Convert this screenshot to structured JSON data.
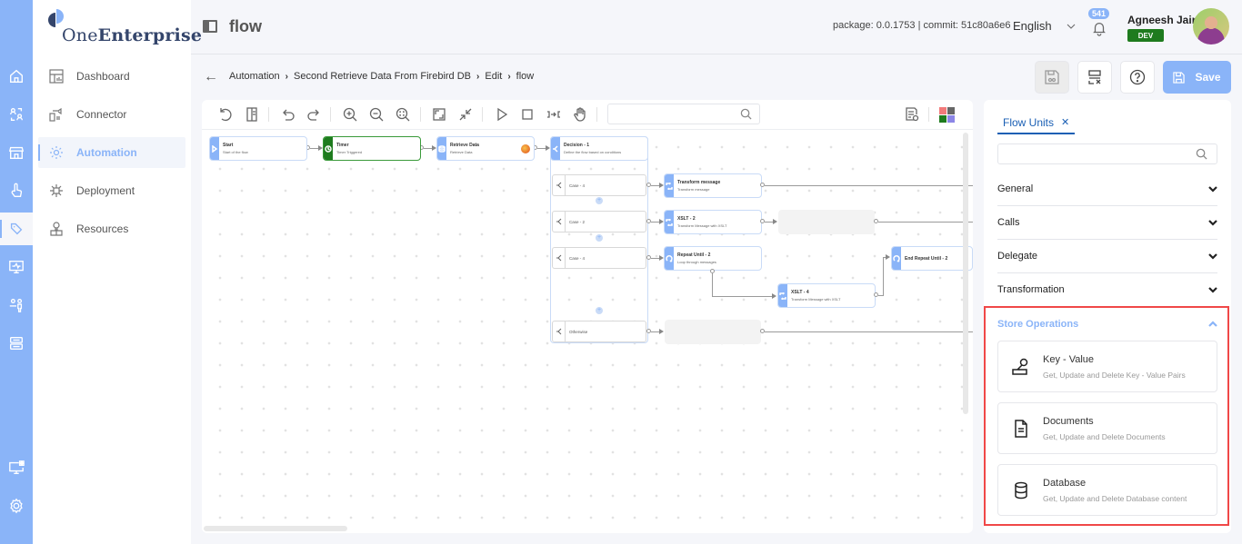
{
  "app": {
    "logo_text_light": "One",
    "logo_text_bold": "Enterprise"
  },
  "rail": {
    "items": [
      {
        "name": "home-icon",
        "label": "Home"
      },
      {
        "name": "users-sync-icon",
        "label": "Users"
      },
      {
        "name": "store-icon",
        "label": "Store"
      },
      {
        "name": "touch-icon",
        "label": "Touch"
      },
      {
        "name": "tools-icon",
        "label": "Build",
        "active": true
      },
      {
        "name": "monitor-activity-icon",
        "label": "Monitoring"
      },
      {
        "name": "people-icon",
        "label": "People"
      },
      {
        "name": "server-icon",
        "label": "Servers"
      },
      {
        "name": "display-grid-icon",
        "label": "Display"
      },
      {
        "name": "settings-icon",
        "label": "Settings"
      }
    ]
  },
  "sidenav": {
    "items": [
      {
        "label": "Dashboard",
        "icon": "dashboard-icon"
      },
      {
        "label": "Connector",
        "icon": "connector-icon"
      },
      {
        "label": "Automation",
        "icon": "automation-icon",
        "active": true
      },
      {
        "label": "Deployment",
        "icon": "deployment-icon"
      },
      {
        "label": "Resources",
        "icon": "resources-icon"
      }
    ]
  },
  "header": {
    "title": "flow",
    "package_info": "package: 0.0.1753 | commit: 51c80a6e6",
    "language": "English",
    "notification_count": "541",
    "user_name": "Agneesh Jain",
    "environment": "DEV"
  },
  "breadcrumb": {
    "items": [
      "Automation",
      "Second Retrieve Data From Firebird DB",
      "Edit",
      "flow"
    ]
  },
  "actions": {
    "save_label": "Save"
  },
  "canvas": {
    "search_placeholder": "",
    "palette_colors": [
      "#f27a7a",
      "#666666",
      "#1e7b1e",
      "#8c86e6"
    ],
    "nodes": {
      "start": {
        "title": "Start",
        "subtitle": "Start of the flow"
      },
      "timer": {
        "title": "Timer",
        "subtitle": "Timer Triggered"
      },
      "retrieve": {
        "title": "Retrieve Data",
        "subtitle": "Retrieve Data"
      },
      "decision": {
        "title": "Decision - 1",
        "subtitle": "Define the flow based on conditions"
      },
      "transform": {
        "title": "Transform message",
        "subtitle": "Transform message"
      },
      "xslt2": {
        "title": "XSLT - 2",
        "subtitle": "Transform Message with XSLT"
      },
      "repeat": {
        "title": "Repeat Until - 2",
        "subtitle": "Loop through messages"
      },
      "xslt4": {
        "title": "XSLT - 4",
        "subtitle": "Transform Message with XSLT"
      },
      "endrepeat": {
        "title": "End Repeat Until - 2",
        "subtitle": ""
      }
    },
    "cases": [
      "Case - 4",
      "Case - 2",
      "Case - 4",
      "Otherwise"
    ]
  },
  "flow_units": {
    "tab_label": "Flow Units",
    "search_placeholder": "",
    "categories": [
      {
        "label": "General",
        "expanded": false
      },
      {
        "label": "Calls",
        "expanded": false
      },
      {
        "label": "Delegate",
        "expanded": false
      },
      {
        "label": "Transformation",
        "expanded": false
      },
      {
        "label": "Store Operations",
        "expanded": true
      }
    ],
    "store_operations": [
      {
        "title": "Key - Value",
        "description": "Get, Update and Delete Key - Value Pairs",
        "icon": "key-value-icon"
      },
      {
        "title": "Documents",
        "description": "Get, Update and Delete Documents",
        "icon": "document-icon"
      },
      {
        "title": "Database",
        "description": "Get, Update and Delete Database content",
        "icon": "database-icon"
      }
    ]
  },
  "colors": {
    "accent": "#8ab4f8",
    "tab_active": "#1a5fb4",
    "env_badge": "#1e7b1e",
    "highlight": "#f04848"
  }
}
